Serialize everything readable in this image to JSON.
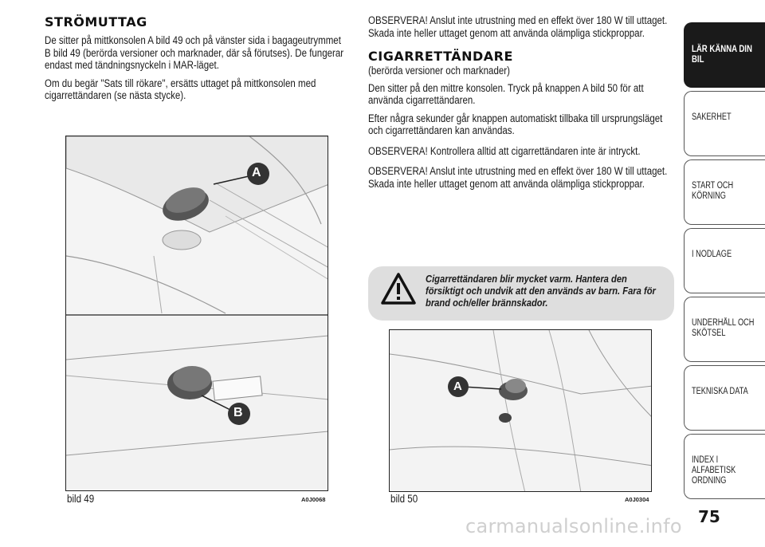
{
  "left": {
    "heading": "STRÖMUTTAG",
    "p1": "De sitter på mittkonsolen A bild 49 och på vänster sida i bagageutrymmet B bild 49 (berörda versioner och marknader, där så förutses). De fungerar endast med tändningsnyckeln i MAR-läget.",
    "p2": "Om du begär \"Sats till rökare\", ersätts uttaget på mittkonsolen med cigarrettändaren (se nästa stycke).",
    "figure_caption": "bild 49",
    "figure_code": "A0J0068",
    "label_a": "A",
    "label_b": "B"
  },
  "right": {
    "p1": "OBSERVERA! Anslut inte utrustning med en effekt över 180 W till uttaget. Skada inte heller uttaget genom att använda olämpliga stickproppar.",
    "heading": "CIGARRETTÄNDARE",
    "subheading": "(berörda versioner och marknader)",
    "p2": "Den sitter på den mittre konsolen. Tryck på knappen A bild 50 för att använda cigarrettändaren.",
    "p3": "Efter några sekunder går knappen automatiskt tillbaka till ursprungsläget och cigarrettändaren kan användas.",
    "p4": "OBSERVERA! Kontrollera alltid att cigarrettändaren inte är intryckt.",
    "p5": "OBSERVERA! Anslut inte utrustning med en effekt över 180 W till uttaget. Skada inte heller uttaget genom att använda olämpliga stickproppar.",
    "warning": "Cigarrettändaren blir mycket varm. Hantera den försiktigt och undvik att den används av barn. Fara för brand och/eller brännskador.",
    "figure_caption": "bild 50",
    "figure_code": "A0J0304",
    "label_a": "A"
  },
  "tabs": [
    {
      "label": "LÄR KÄNNA DIN BIL",
      "active": true
    },
    {
      "label": "SÄKERHET",
      "active": false
    },
    {
      "label": "START OCH KÖRNING",
      "active": false
    },
    {
      "label": "I NÖDLÄGE",
      "active": false
    },
    {
      "label": "UNDERHÅLL OCH SKÖTSEL",
      "active": false
    },
    {
      "label": "TEKNISKA DATA",
      "active": false
    },
    {
      "label": "INDEX I ALFABETISK ORDNING",
      "active": false
    }
  ],
  "page_number": "75",
  "watermark": "carmanualsonline.info",
  "colors": {
    "tab_active": "#1a1a1a",
    "warning_bg": "#dedede"
  }
}
